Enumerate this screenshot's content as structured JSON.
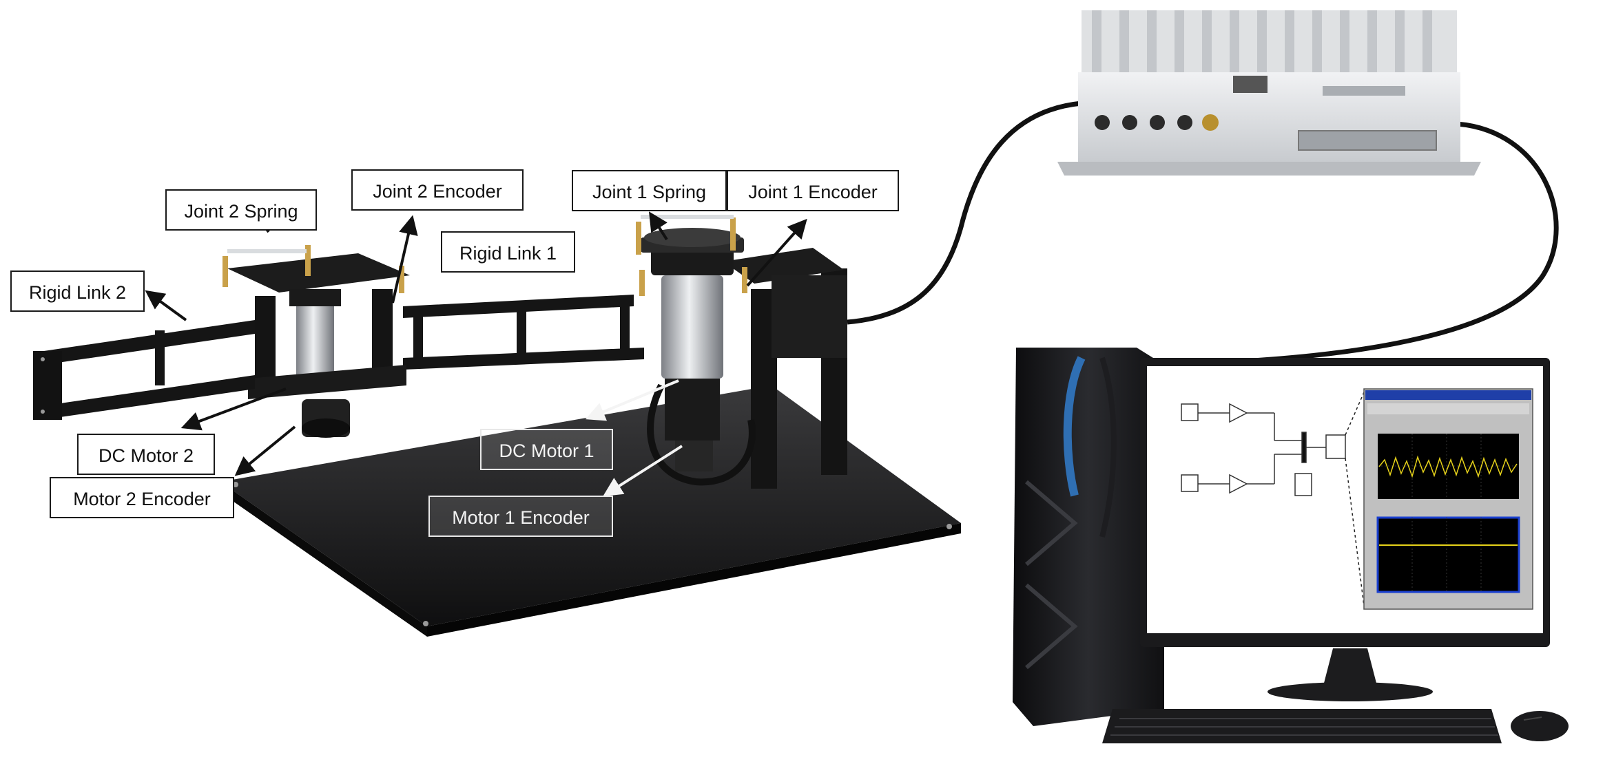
{
  "labels": {
    "joint_2_spring": "Joint 2 Spring",
    "joint_2_encoder": "Joint 2 Encoder",
    "joint_1_spring": "Joint 1 Spring",
    "joint_1_encoder": "Joint 1 Encoder",
    "rigid_link_1": "Rigid Link 1",
    "rigid_link_2": "Rigid Link 2",
    "dc_motor_2": "DC Motor 2",
    "motor_2_encoder": "Motor 2 Encoder",
    "dc_motor_1": "DC Motor 1",
    "motor_1_encoder": "Motor 1 Encoder"
  },
  "colors": {
    "hardware_black": "#1b1b1b",
    "aluminum": "#dfe1e3",
    "brass": "#c9a14a",
    "screen_signal": "#e6d21a",
    "window_titlebar": "#1f3fa8"
  }
}
